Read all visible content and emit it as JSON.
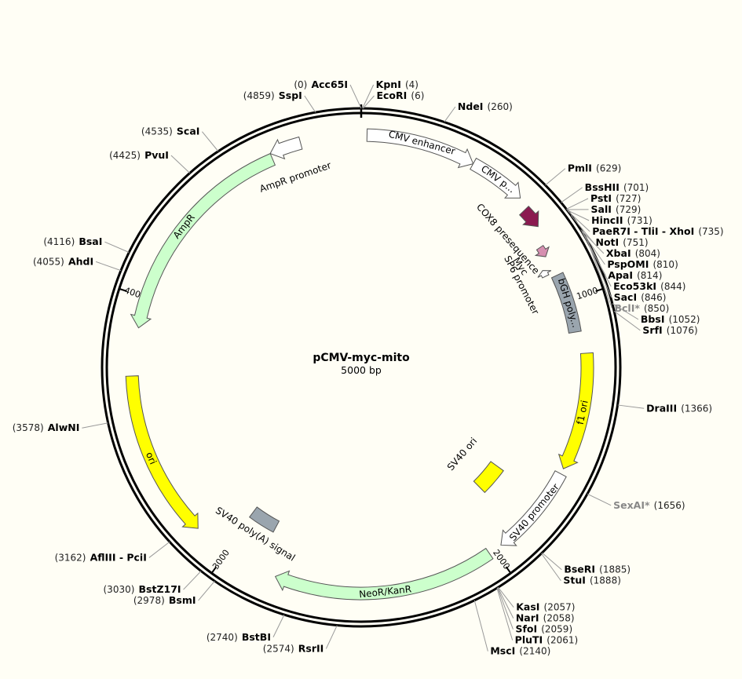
{
  "plasmid": {
    "name": "pCMV-myc-mito",
    "length_label": "5000 bp",
    "length": 5000
  },
  "colors": {
    "ori": "#ffff00",
    "amp": "#ccffcc",
    "promoter": "#ffffff",
    "presequence": "#8b1a50",
    "myc": "#d68fb0",
    "polya": "#9aa5ae",
    "backbone": "#000000"
  },
  "ticks": [
    {
      "bp": 1000,
      "label": "1000"
    },
    {
      "bp": 2000,
      "label": "2000"
    },
    {
      "bp": 3000,
      "label": "3000"
    },
    {
      "bp": 4000,
      "label": "4000"
    }
  ],
  "sites": [
    {
      "pos": "(0)",
      "name": "Acc65I",
      "bp": 0,
      "side": "left"
    },
    {
      "pos": "(4)",
      "name": "KpnI",
      "bp": 4,
      "side": "right"
    },
    {
      "pos": "(6)",
      "name": "EcoRI",
      "bp": 6,
      "side": "right"
    },
    {
      "pos": "(260)",
      "name": "NdeI",
      "bp": 260,
      "side": "right"
    },
    {
      "pos": "(629)",
      "name": "PmlI",
      "bp": 629,
      "side": "right"
    },
    {
      "pos": "(701)",
      "name": "BssHII",
      "bp": 701,
      "side": "right"
    },
    {
      "pos": "(727)",
      "name": "PstI",
      "bp": 727,
      "side": "right"
    },
    {
      "pos": "(729)",
      "name": "SalI",
      "bp": 729,
      "side": "right"
    },
    {
      "pos": "(731)",
      "name": "HincII",
      "bp": 731,
      "side": "right"
    },
    {
      "pos": "(735)",
      "name": "PaeR7I - TliI - XhoI",
      "bp": 735,
      "side": "right"
    },
    {
      "pos": "(751)",
      "name": "NotI",
      "bp": 751,
      "side": "right"
    },
    {
      "pos": "(804)",
      "name": "XbaI",
      "bp": 804,
      "side": "right"
    },
    {
      "pos": "(810)",
      "name": "PspOMI",
      "bp": 810,
      "side": "right"
    },
    {
      "pos": "(814)",
      "name": "ApaI",
      "bp": 814,
      "side": "right"
    },
    {
      "pos": "(844)",
      "name": "Eco53kI",
      "bp": 844,
      "side": "right"
    },
    {
      "pos": "(846)",
      "name": "SacI",
      "bp": 846,
      "side": "right"
    },
    {
      "pos": "(850)",
      "name": "BclI*",
      "bp": 850,
      "side": "right",
      "dim": true
    },
    {
      "pos": "(1052)",
      "name": "BbsI",
      "bp": 1052,
      "side": "right"
    },
    {
      "pos": "(1076)",
      "name": "SrfI",
      "bp": 1076,
      "side": "right"
    },
    {
      "pos": "(1366)",
      "name": "DraIII",
      "bp": 1366,
      "side": "right"
    },
    {
      "pos": "(1656)",
      "name": "SexAI*",
      "bp": 1656,
      "side": "right",
      "dim": true
    },
    {
      "pos": "(1885)",
      "name": "BseRI",
      "bp": 1885,
      "side": "right"
    },
    {
      "pos": "(1888)",
      "name": "StuI",
      "bp": 1888,
      "side": "right"
    },
    {
      "pos": "(2057)",
      "name": "KasI",
      "bp": 2057,
      "side": "right"
    },
    {
      "pos": "(2058)",
      "name": "NarI",
      "bp": 2058,
      "side": "right"
    },
    {
      "pos": "(2059)",
      "name": "SfoI",
      "bp": 2059,
      "side": "right"
    },
    {
      "pos": "(2061)",
      "name": "PluTI",
      "bp": 2061,
      "side": "right"
    },
    {
      "pos": "(2140)",
      "name": "MscI",
      "bp": 2140,
      "side": "right"
    },
    {
      "pos": "(2574)",
      "name": "RsrII",
      "bp": 2574,
      "side": "left"
    },
    {
      "pos": "(2740)",
      "name": "BstBI",
      "bp": 2740,
      "side": "left"
    },
    {
      "pos": "(2978)",
      "name": "BsmI",
      "bp": 2978,
      "side": "left"
    },
    {
      "pos": "(3030)",
      "name": "BstZ17I",
      "bp": 3030,
      "side": "left"
    },
    {
      "pos": "(3162)",
      "name": "AflIII - PciI",
      "bp": 3162,
      "side": "left"
    },
    {
      "pos": "(3578)",
      "name": "AlwNI",
      "bp": 3578,
      "side": "left"
    },
    {
      "pos": "(4055)",
      "name": "AhdI",
      "bp": 4055,
      "side": "left"
    },
    {
      "pos": "(4116)",
      "name": "BsaI",
      "bp": 4116,
      "side": "left"
    },
    {
      "pos": "(4425)",
      "name": "PvuI",
      "bp": 4425,
      "side": "left"
    },
    {
      "pos": "(4535)",
      "name": "ScaI",
      "bp": 4535,
      "side": "left"
    },
    {
      "pos": "(4859)",
      "name": "SspI",
      "bp": 4859,
      "side": "left"
    }
  ],
  "features": [
    {
      "label": "CMV enhancer",
      "start": 20,
      "end": 400,
      "kind": "promoter",
      "color": "#ffffff",
      "arrow": "cw"
    },
    {
      "label": "CMV p...",
      "start": 400,
      "end": 600,
      "kind": "promoter",
      "color": "#ffffff",
      "arrow": "cw"
    },
    {
      "label": "COX8 presequence",
      "start": 640,
      "end": 715,
      "kind": "cds",
      "color": "#8b1a50",
      "arrow": "cw"
    },
    {
      "label": "Myc",
      "start": 780,
      "end": 820,
      "kind": "tag",
      "color": "#d68fb0",
      "arrow": "cw"
    },
    {
      "label": "SP6 promoter",
      "start": 860,
      "end": 885,
      "kind": "promoter",
      "color": "#ffffff",
      "arrow": "ccw"
    },
    {
      "label": "bGH poly...",
      "start": 900,
      "end": 1120,
      "kind": "polya",
      "color": "#9aa5ae",
      "arrow": "none"
    },
    {
      "label": "f1 ori",
      "start": 1200,
      "end": 1620,
      "kind": "ori",
      "color": "#ffff00",
      "arrow": "cw"
    },
    {
      "label": "SV40 promoter",
      "start": 1640,
      "end": 1970,
      "kind": "promoter",
      "color": "#ffffff",
      "arrow": "cw"
    },
    {
      "label": "SV40 ori",
      "start": 1750,
      "end": 1880,
      "kind": "ori",
      "color": "#ffff00",
      "arrow": "none"
    },
    {
      "label": "NeoR/KanR",
      "start": 2020,
      "end": 2810,
      "kind": "cds",
      "color": "#ccffcc",
      "arrow": "cw"
    },
    {
      "label": "SV40 poly(A) signal",
      "start": 2890,
      "end": 3010,
      "kind": "polya",
      "color": "#9aa5ae",
      "arrow": "none"
    },
    {
      "label": "ori",
      "start": 3130,
      "end": 3720,
      "kind": "ori",
      "color": "#ffff00",
      "arrow": "ccw"
    },
    {
      "label": "AmpR",
      "start": 3890,
      "end": 4680,
      "kind": "cds",
      "color": "#ccffcc",
      "arrow": "ccw"
    },
    {
      "label": "AmpR promoter",
      "start": 4680,
      "end": 4790,
      "kind": "promoter",
      "color": "#ffffff",
      "arrow": "ccw"
    }
  ]
}
